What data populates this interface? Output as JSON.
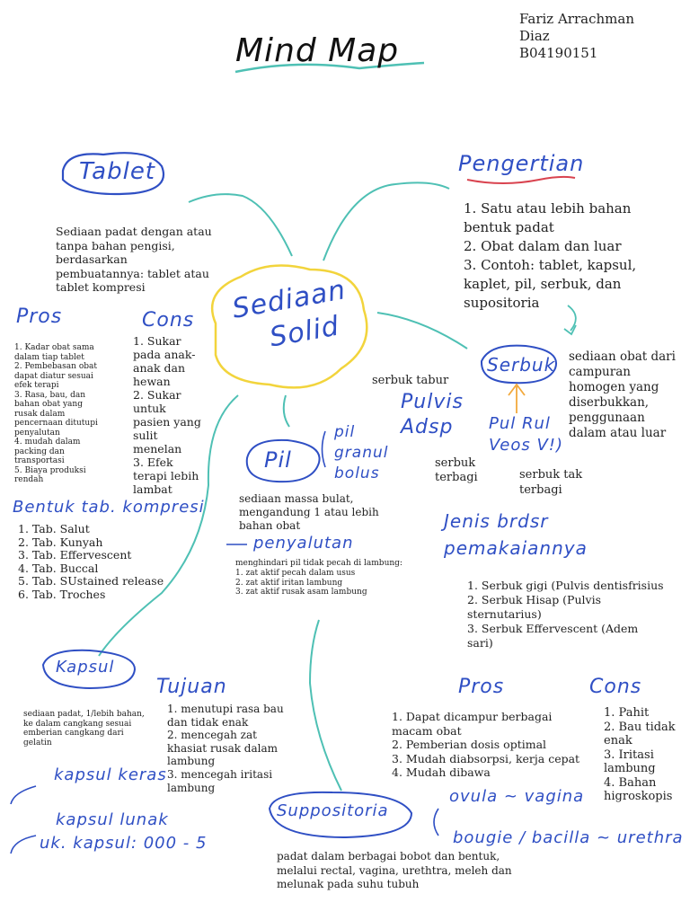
{
  "colors": {
    "ink": "#2f4fc4",
    "teal": "#4ec0b4",
    "yellow": "#f2d43c",
    "red": "#d9434f",
    "text": "#222222"
  },
  "header": {
    "title": "Mind Map",
    "author_line1": "Fariz Arrachman",
    "author_line2": "Diaz",
    "student_id": "B04190151"
  },
  "center": {
    "line1": "Sediaan",
    "line2": "Solid"
  },
  "tablet": {
    "label": "Tablet",
    "definition": "Sediaan padat dengan atau tanpa bahan pengisi, berdasarkan pembuatannya: tablet atau tablet kompresi",
    "pros_label": "Pros",
    "pros": [
      "1. Kadar obat sama dalam tiap tablet",
      "2. Pembebasan obat dapat diatur sesuai efek terapi",
      "3. Rasa, bau, dan bahan obat yang rusak dalam pencernaan ditutupi penyalutan",
      "4. mudah dalam packing dan transportasi",
      "5. Biaya produksi rendah"
    ],
    "cons_label": "Cons",
    "cons": [
      "1. Sukar pada anak-anak dan hewan",
      "2. Sukar untuk pasien yang sulit menelan",
      "3. Efek terapi lebih lambat"
    ],
    "forms_label": "Bentuk tab. kompresi",
    "forms": [
      "1. Tab. Salut",
      "2. Tab. Kunyah",
      "3. Tab. Effervescent",
      "4. Tab. Buccal",
      "5. Tab. SUstained release",
      "6. Tab. Troches"
    ]
  },
  "pengertian": {
    "label": "Pengertian",
    "items": [
      "1. Satu atau lebih bahan bentuk padat",
      "2. Obat dalam dan luar",
      "3. Contoh: tablet, kapsul, kaplet, pil, serbuk, dan supositoria"
    ]
  },
  "serbuk": {
    "label": "Serbuk",
    "definition": "sediaan obat dari campuran homogen yang diserbukkan, penggunaan dalam atau luar",
    "tabur_label": "serbuk tabur",
    "tabur_hand": "Pulvis Adsp",
    "terbagi_hand": "Pul Rul Veos V!)",
    "terbagi": "serbuk terbagi",
    "tak_terbagi": "serbuk tak terbagi",
    "jenis_label": "Jenis brdsr pemakaiannya",
    "jenis": [
      "1. Serbuk gigi (Pulvis dentisfrisius",
      "2. Serbuk Hisap (Pulvis sternutarius)",
      "3. Serbuk Effervescent (Adem sari)"
    ],
    "pros_label": "Pros",
    "pros": [
      "1. Dapat dicampur berbagai macam obat",
      "2. Pemberian dosis optimal",
      "3. Mudah diabsorpsi, kerja cepat",
      "4. Mudah dibawa"
    ],
    "cons_label": "Cons",
    "cons": [
      "1. Pahit",
      "2. Bau tidak enak",
      "3. Iritasi lambung",
      "4. Bahan higroskopis"
    ]
  },
  "pil": {
    "label": "Pil",
    "variants": "pil granul bolus",
    "definition": "sediaan massa bulat, mengandung 1 atau lebih bahan obat",
    "penyalutan_label": "penyalutan",
    "penyalutan_intro": "menghindari pil tidak pecah di lambung:",
    "penyalutan_items": [
      "1. zat aktif pecah dalam usus",
      "2. zat aktif iritan lambung",
      "3. zat aktif rusak asam lambung"
    ]
  },
  "kapsul": {
    "label": "Kapsul",
    "definition": "sediaan padat, 1/lebih bahan, ke dalam cangkang sesuai emberian cangkang dari gelatin",
    "tujuan_label": "Tujuan",
    "tujuan": [
      "1. menutupi rasa bau dan tidak enak",
      "2. mencegah zat khasiat rusak dalam lambung",
      "3. mencegah iritasi lambung"
    ],
    "keras": "kapsul keras",
    "lunak": "kapsul lunak",
    "ukuran": "uk. kapsul: 000 - 5"
  },
  "suppositoria": {
    "label": "Suppositoria",
    "ovula": "ovula ~ vagina",
    "bougie": "bougie / bacilla ~ urethra",
    "definition": "padat dalam berbagai bobot dan bentuk, melalui rectal, vagina, urethtra, meleh dan melunak pada suhu tubuh"
  }
}
